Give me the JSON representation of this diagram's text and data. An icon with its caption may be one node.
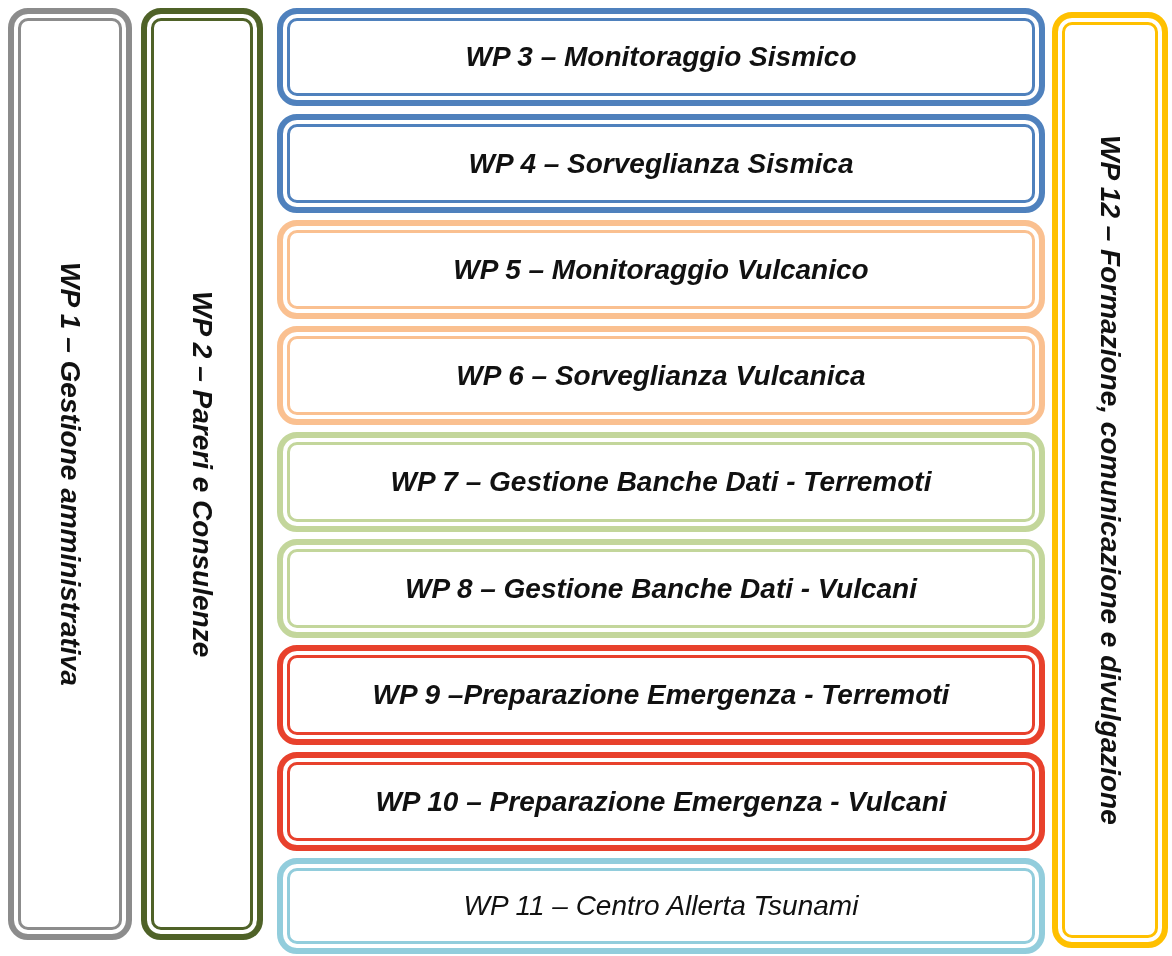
{
  "diagram": {
    "nodes": [
      {
        "text": [
          "WP 1 – Gestione amministrativa"
        ]
      },
      {
        "text": [
          "WP 2 – Pareri e Consulenze"
        ]
      },
      {
        "text": [
          "WP 3 – Monitoraggio Sismico"
        ]
      },
      {
        "text": [
          "WP 4 – Sorveglianza Sismica"
        ]
      },
      {
        "text": [
          "WP 5 – Monitoraggio Vulcanico"
        ]
      },
      {
        "text": [
          "WP 6 – Sorveglianza Vulcanica"
        ]
      },
      {
        "text": [
          "WP 7 – Gestione Banche Dati - Terremoti"
        ]
      },
      {
        "text": [
          "WP 8 – Gestione Banche Dati - Vulcani"
        ]
      },
      {
        "text": [
          "WP 9 –Preparazione Emergenza - Terremoti"
        ]
      },
      {
        "text": [
          "WP 10 – Preparazione Emergenza - Vulcani"
        ]
      },
      {
        "text": [
          "WP 11 – Centro Allerta Tsunami"
        ]
      },
      {
        "text": [
          "WP 12 – Formazione, comunicazione e divulgazione"
        ]
      }
    ]
  }
}
